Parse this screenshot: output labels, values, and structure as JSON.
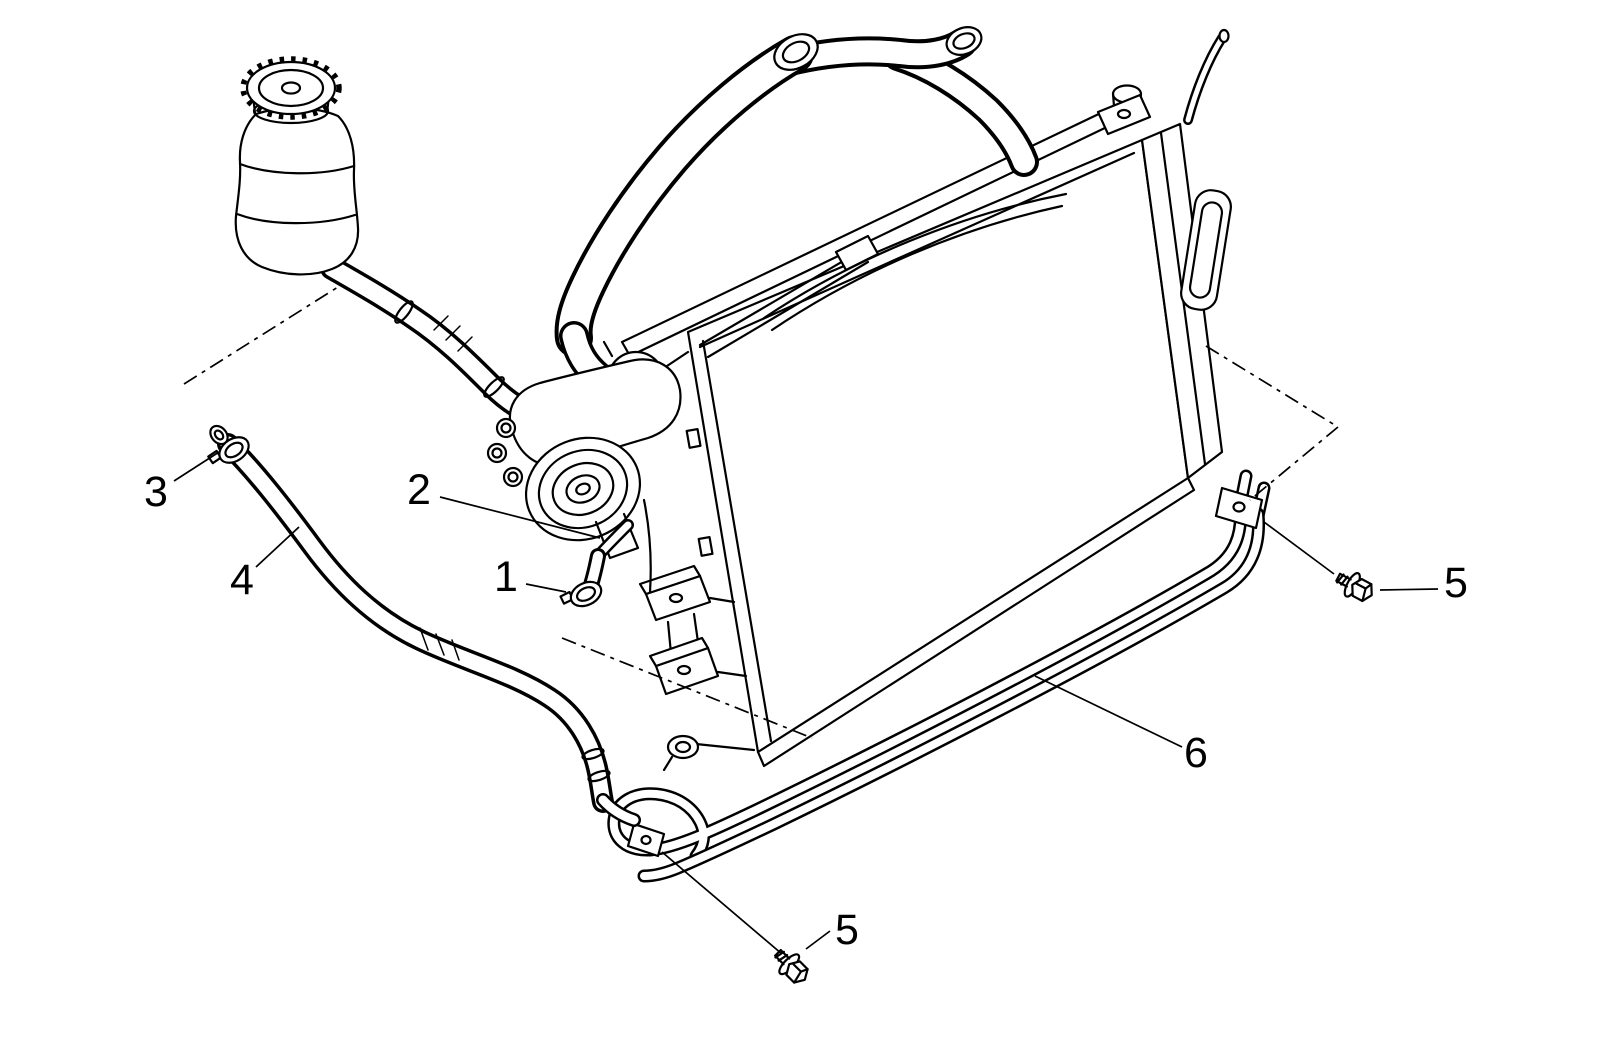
{
  "figure": {
    "background_color": "#ffffff",
    "line_color": "#000000",
    "callouts": [
      {
        "id": "callout-1",
        "label": "1"
      },
      {
        "id": "callout-2",
        "label": "2"
      },
      {
        "id": "callout-3",
        "label": "3"
      },
      {
        "id": "callout-4",
        "label": "4"
      },
      {
        "id": "callout-5-right",
        "label": "5"
      },
      {
        "id": "callout-5-bottom",
        "label": "5"
      },
      {
        "id": "callout-6",
        "label": "6"
      }
    ],
    "parts": [
      "power-steering-fluid-reservoir",
      "reservoir-cap",
      "supply-hose",
      "power-steering-pump",
      "pump-pulley",
      "radiator",
      "radiator-cap",
      "upper-radiator-hose",
      "hose-clamp",
      "return-hose",
      "power-steering-cooler-pipe",
      "mounting-bolt",
      "pipe-bracket"
    ]
  }
}
